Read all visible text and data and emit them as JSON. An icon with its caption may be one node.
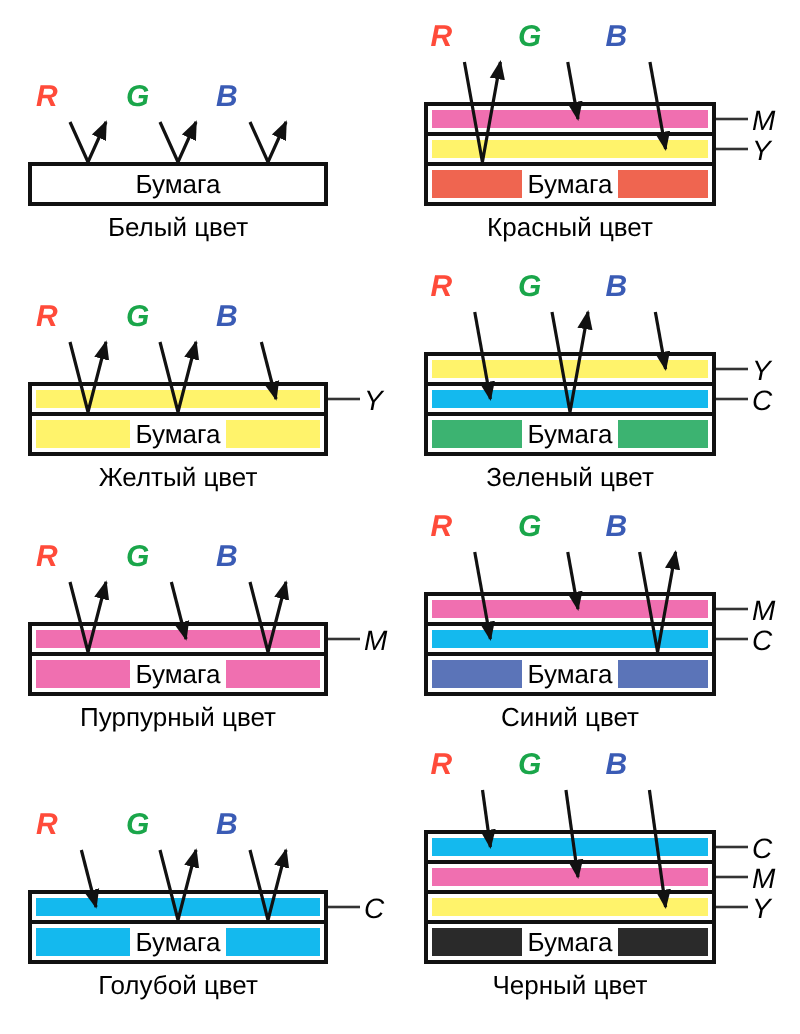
{
  "diagram": {
    "nodes": [
      {
        "text": [
          "Бумага"
        ],
        "beside": [
          "Белый цвет"
        ]
      },
      {
        "text": [],
        "shape": "bar"
      },
      {
        "text": [
          "M"
        ]
      },
      {
        "text": [],
        "shape": "bar"
      },
      {
        "text": [
          "Y"
        ]
      },
      {
        "text": [
          "Бумага"
        ],
        "beside": [
          "Красный цвет"
        ]
      },
      {
        "text": [],
        "shape": "bar"
      },
      {
        "text": [
          "Y"
        ]
      },
      {
        "text": [
          "Бумага"
        ],
        "beside": [
          "Желтый цвет"
        ]
      },
      {
        "text": [],
        "shape": "bar"
      },
      {
        "text": [
          "Y"
        ]
      },
      {
        "text": [],
        "shape": "bar"
      },
      {
        "text": [
          "C"
        ]
      },
      {
        "text": [
          "Бумага"
        ],
        "beside": [
          "Зеленый цвет"
        ]
      },
      {
        "text": [],
        "shape": "bar"
      },
      {
        "text": [
          "M"
        ]
      },
      {
        "text": [
          "Бумага"
        ],
        "beside": [
          "Пурпурный цвет"
        ]
      },
      {
        "text": [],
        "shape": "bar"
      },
      {
        "text": [
          "M"
        ]
      },
      {
        "text": [],
        "shape": "bar"
      },
      {
        "text": [
          "C"
        ]
      },
      {
        "text": [
          "Бумага"
        ],
        "beside": [
          "Синий цвет"
        ]
      },
      {
        "text": [],
        "shape": "bar"
      },
      {
        "text": [
          "C"
        ]
      },
      {
        "text": [
          "Бумага"
        ],
        "beside": [
          "Голубой цвет"
        ]
      },
      {
        "text": [],
        "shape": "bar"
      },
      {
        "text": [
          "C"
        ]
      },
      {
        "text": [],
        "shape": "bar"
      },
      {
        "text": [
          "M"
        ]
      },
      {
        "text": [],
        "shape": "bar"
      },
      {
        "text": [
          "Y"
        ]
      },
      {
        "text": [
          "Бумага"
        ],
        "beside": [
          "Черный цвет"
        ]
      }
    ],
    "edges": [
      {
        "from": 2,
        "to": 1,
        "arrow": "none"
      },
      {
        "from": 4,
        "to": 3,
        "arrow": "none"
      },
      {
        "from": 7,
        "to": 6,
        "arrow": "none"
      },
      {
        "from": 10,
        "to": 9,
        "arrow": "none"
      },
      {
        "from": 12,
        "to": 11,
        "arrow": "none"
      },
      {
        "from": 15,
        "to": 14,
        "arrow": "none"
      },
      {
        "from": 18,
        "to": 17,
        "arrow": "none"
      },
      {
        "from": 20,
        "to": 19,
        "arrow": "none"
      },
      {
        "from": 23,
        "to": 22,
        "arrow": "none"
      },
      {
        "from": 26,
        "to": 25,
        "arrow": "none"
      },
      {
        "from": 28,
        "to": 27,
        "arrow": "none"
      },
      {
        "from": 30,
        "to": 29,
        "arrow": "none"
      }
    ],
    "labels": [
      "R",
      "G",
      "B",
      "R",
      "G",
      "B",
      "R",
      "G",
      "B",
      "R",
      "G",
      "B",
      "R",
      "G",
      "B",
      "R",
      "G",
      "B",
      "R",
      "G",
      "B",
      "R",
      "G",
      "B"
    ]
  }
}
